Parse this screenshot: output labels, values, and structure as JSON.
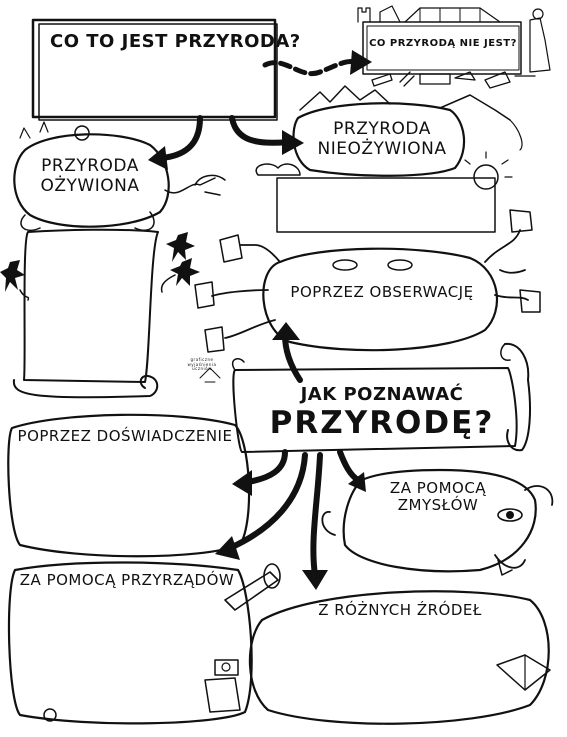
{
  "main_question": "CO TO JEST PRZYRODA?",
  "not_nature_question": "CO PRZYRODĄ NIE JEST?",
  "living": {
    "line1": "PRZYRODA",
    "line2": "OŻYWIONA"
  },
  "nonliving": {
    "line1": "PRZYRODA",
    "line2": "NIEOŻYWIONA"
  },
  "observation": "POPRZEZ OBSERWACJĘ",
  "how_title": {
    "line1": "JAK POZNAWAĆ",
    "line2": "PRZYRODĘ?"
  },
  "experiment": "POPRZEZ DOŚWIADCZENIE",
  "senses": {
    "line1": "ZA POMOCĄ",
    "line2": "ZMYSŁÓW"
  },
  "instruments": "ZA POMOCĄ PRZYRZĄDÓW",
  "sources": "Z RÓŻNYCH ŹRÓDEŁ",
  "signature": "graficzne wyjaśnienia uczniów"
}
